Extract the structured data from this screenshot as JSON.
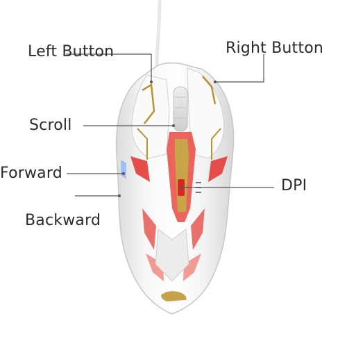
{
  "callouts": {
    "left_button": "Left Button",
    "right_button": "Right Button",
    "scroll": "Scroll",
    "forward": "Forward",
    "backward": "Backward",
    "dpi": "DPI"
  },
  "colors": {
    "body_white": "#f4f4f4",
    "shadow_grey": "#c9c9c9",
    "led_red": "#e0302f",
    "accent_gold": "#b8922f",
    "leader_line": "#555555",
    "text": "#2b2b2b"
  }
}
